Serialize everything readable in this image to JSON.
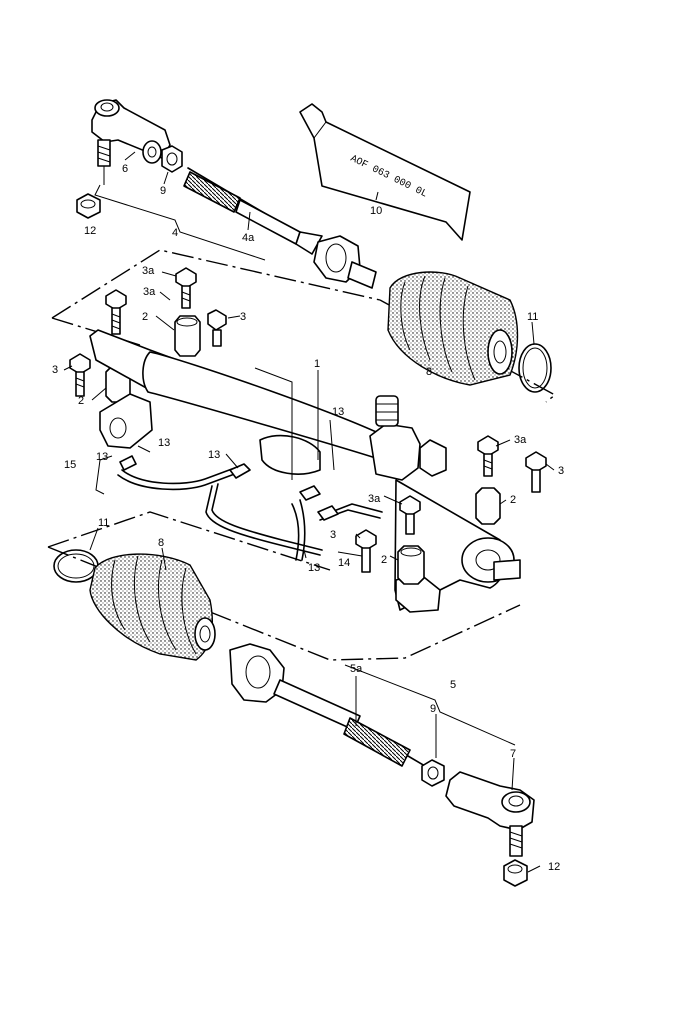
{
  "tube_text": "AOF 063 000 0L",
  "labels": {
    "l12a": "12",
    "l6": "6",
    "l9": "9",
    "l4": "4",
    "l4a": "4a",
    "l10": "10",
    "l3a_1": "3a",
    "l3a_2": "3a",
    "l2_1": "2",
    "l3_1": "3",
    "l11_1": "11",
    "l8_1": "8",
    "l3_2": "3",
    "l2_2": "2",
    "l1": "1",
    "l13_1": "13",
    "l13_2": "13",
    "l13_3": "13",
    "l13_4": "13",
    "l15": "15",
    "l3a_3": "3a",
    "l3_3": "3",
    "l3a_4": "3a",
    "l2_3": "2",
    "l11_2": "11",
    "l8_2": "8",
    "l3_4": "3",
    "l14": "14",
    "l2_4": "2",
    "l13_5": "13",
    "l5a": "5a",
    "l5": "5",
    "l9b": "9",
    "l7": "7",
    "l12b": "12"
  }
}
